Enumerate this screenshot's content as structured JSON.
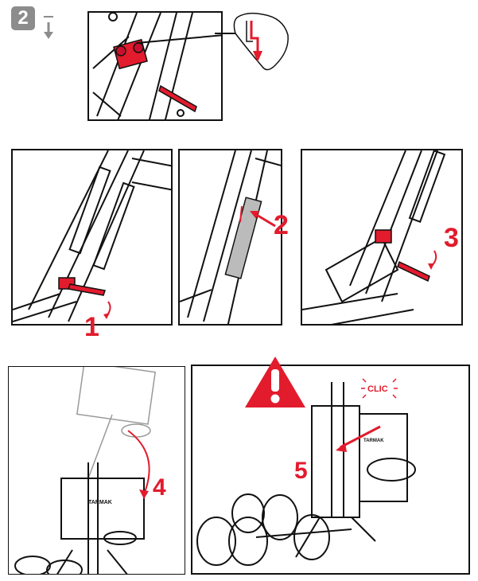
{
  "step": {
    "number": "2"
  },
  "labels": {
    "n1": "1",
    "n2": "2",
    "n3": "3",
    "n4": "4",
    "n5": "5",
    "clic": "CLIC",
    "brand": "TARMAK",
    "brand_small": "TARMAK"
  },
  "colors": {
    "accent": "#e21b2d",
    "badge": "#8c8c8c",
    "line": "#111111"
  },
  "icons": [
    "arrow-down-icon",
    "warning-icon",
    "lock-hook-icon"
  ]
}
